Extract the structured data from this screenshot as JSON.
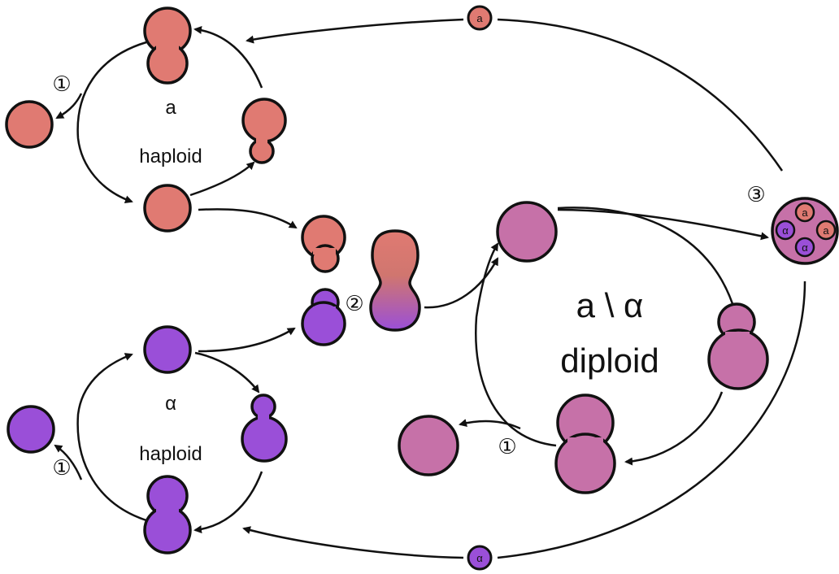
{
  "colors": {
    "a_cell": "#E07A72",
    "alpha_cell": "#9A4FD8",
    "diploid_cell": "#C671A8",
    "stroke": "#111111",
    "arrow": "#111111"
  },
  "labels": {
    "a_haploid_type": "a",
    "a_haploid_text": "haploid",
    "alpha_haploid_type": "α",
    "alpha_haploid_text": "haploid",
    "diploid_type": "a \\ α",
    "diploid_text": "diploid"
  },
  "steps": {
    "budding_release": "①",
    "mating": "②",
    "sporulation": "③"
  },
  "spore_labels": {
    "a": "a",
    "alpha": "α"
  },
  "icons": [
    "cell-icon",
    "budding-cell-icon",
    "zygote-icon",
    "ascus-icon",
    "spore-icon",
    "arrow-icon"
  ]
}
